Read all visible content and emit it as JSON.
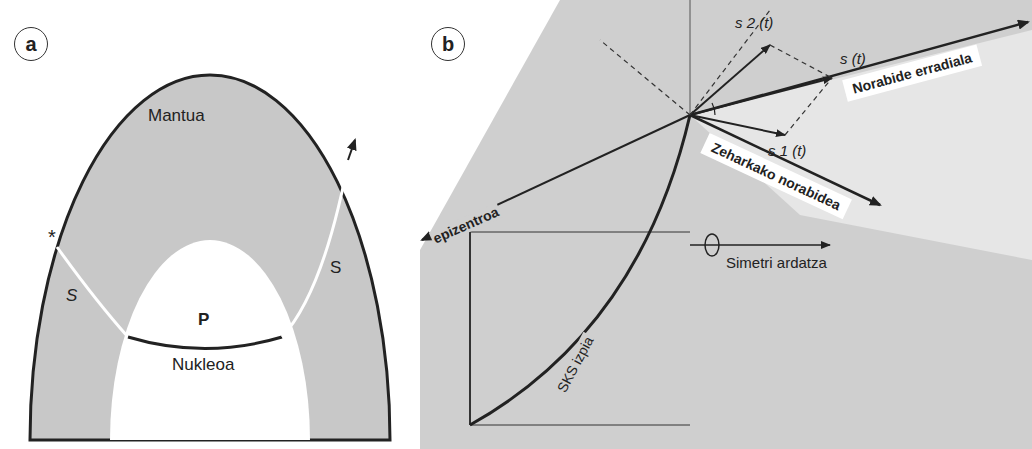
{
  "diagram": {
    "nodes": [
      {
        "text": [
          "a"
        ]
      },
      {
        "text": [
          "b"
        ]
      },
      {
        "text": [
          "Norabide erradiala"
        ]
      },
      {
        "text": [
          "Zeharkako norabidea"
        ]
      }
    ],
    "labels": [
      "Mantua",
      "*",
      "S",
      "P",
      "S",
      "Nukleoa",
      "s 2 (t)",
      "s (t)",
      "epizentroa",
      "s 1 (t)",
      "SKS izpia",
      "Simetri ardatza"
    ]
  }
}
